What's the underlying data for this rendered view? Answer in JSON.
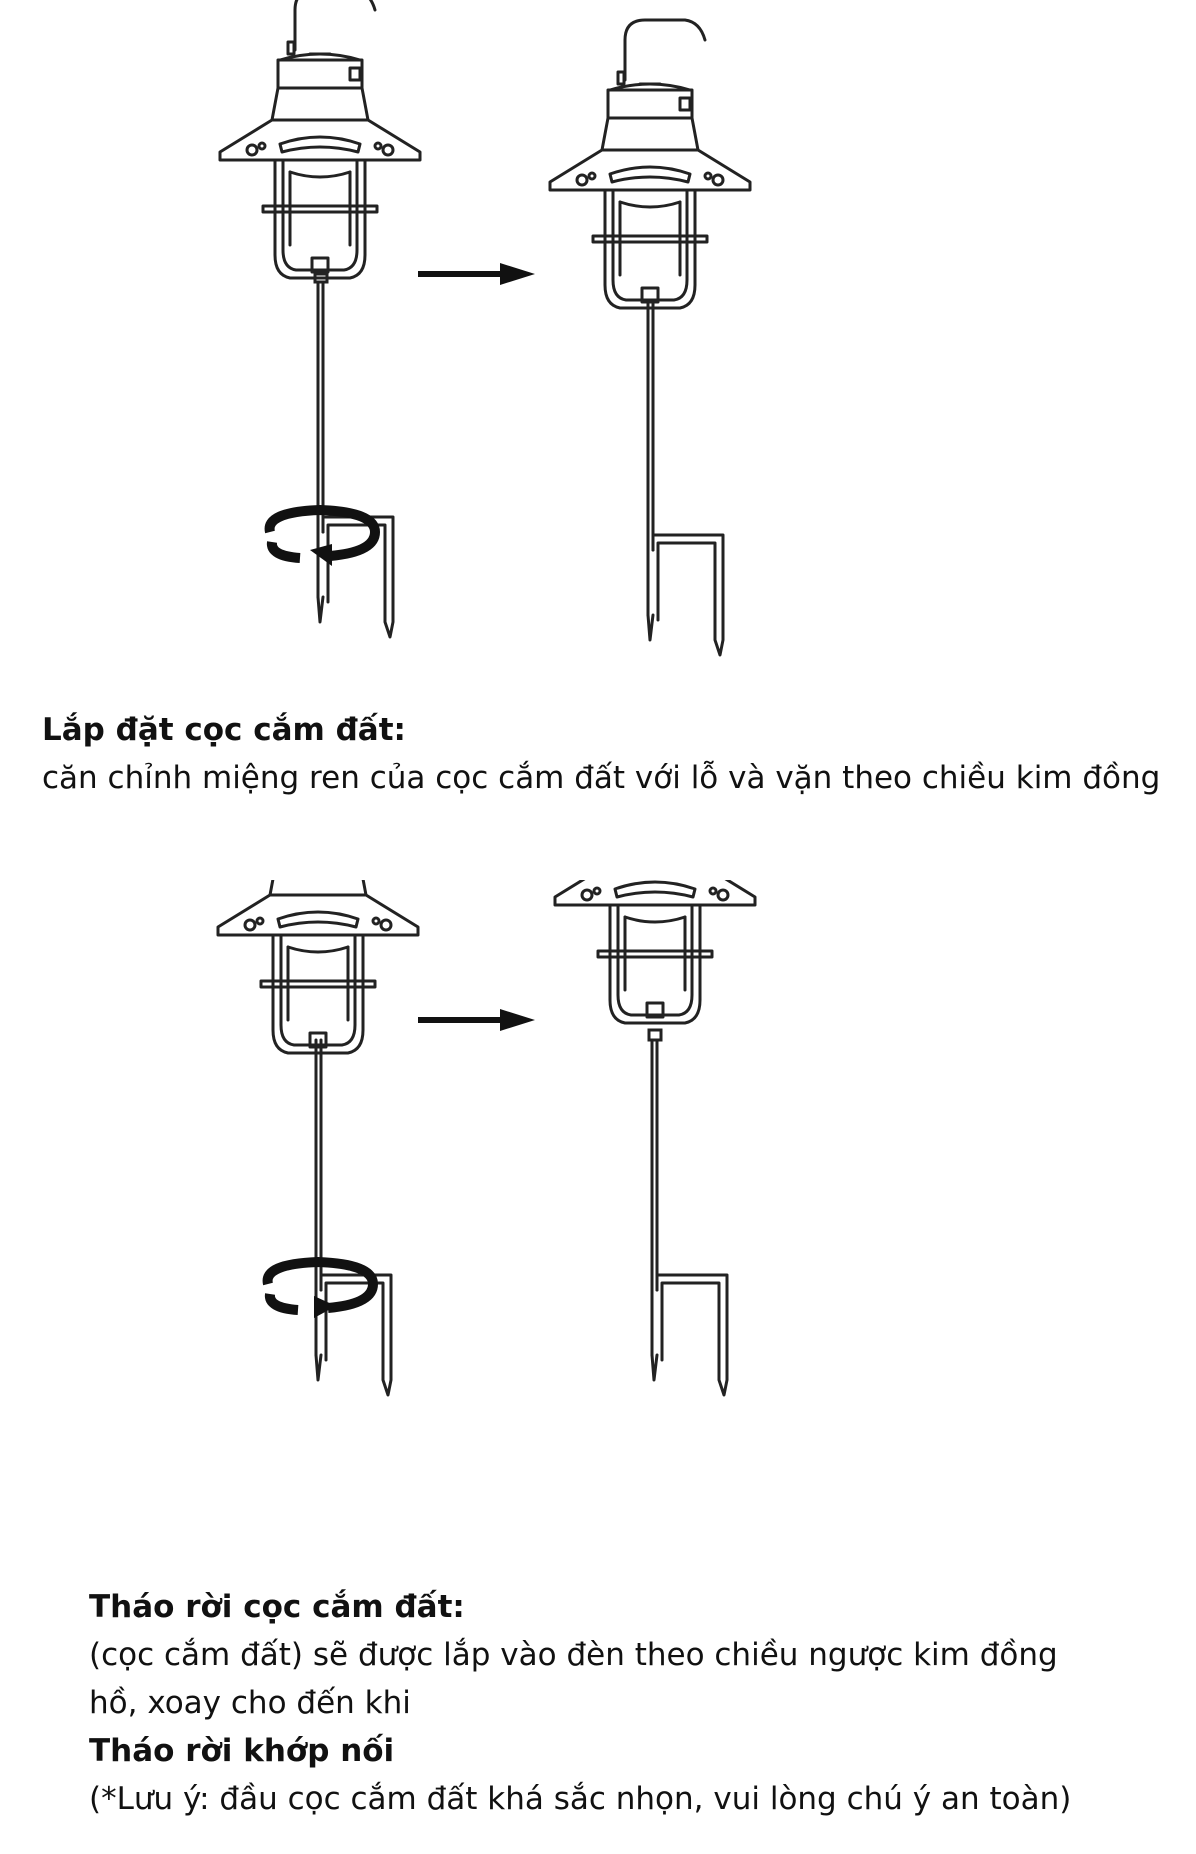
{
  "section1": {
    "heading": "Lắp đặt cọc cắm đất:",
    "text": "căn chỉnh miệng ren của cọc cắm đất với lỗ và vặn theo chiều kim đồng"
  },
  "section2": {
    "heading": "Tháo rời cọc cắm đất:",
    "text_line1": "(cọc cắm đất) sẽ được lắp vào đèn theo chiều ngược kim đồng",
    "text_line2": "hồ, xoay cho đến khi",
    "heading2": "Tháo rời khớp nối",
    "note": "(*Lưu ý: đầu cọc cắm đất khá sắc nhọn, vui lòng chú ý an toàn)"
  },
  "icons": {
    "arrow": "right-arrow-icon",
    "rotation_clockwise": "rotate-clockwise-icon",
    "rotation_counterclockwise": "rotate-counterclockwise-icon",
    "lamp": "lantern-icon",
    "stake": "ground-stake-icon"
  }
}
